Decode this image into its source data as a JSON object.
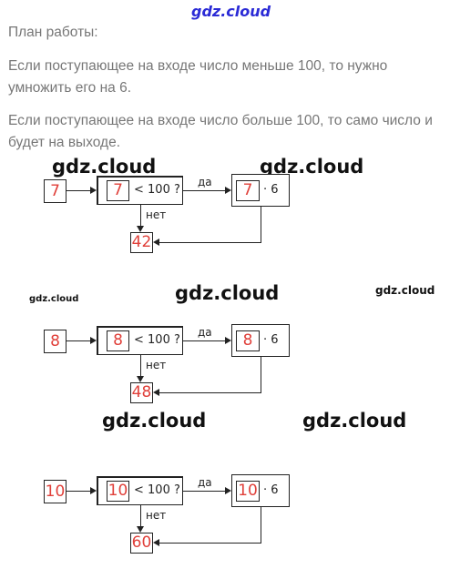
{
  "watermarks": {
    "top": "gdz.cloud",
    "label": "gdz.cloud"
  },
  "text": {
    "plan": "План работы:",
    "rule1": "Если поступающее на входе число меньше 100, то нужно умножить его на 6.",
    "rule2": "Если поступающее на входе число больше 100, то само число и будет на выходе."
  },
  "diagram_labels": {
    "condition": "< 100 ?",
    "yes": "да",
    "no": "нет",
    "multiply": "· 6"
  },
  "diagrams": [
    {
      "input": "7",
      "output": "42"
    },
    {
      "input": "8",
      "output": "48"
    },
    {
      "input": "10",
      "output": "60"
    }
  ],
  "colors": {
    "handwritten_digits": "#e0403a",
    "text": "#777777",
    "watermark_top": "#2b2bd6"
  }
}
